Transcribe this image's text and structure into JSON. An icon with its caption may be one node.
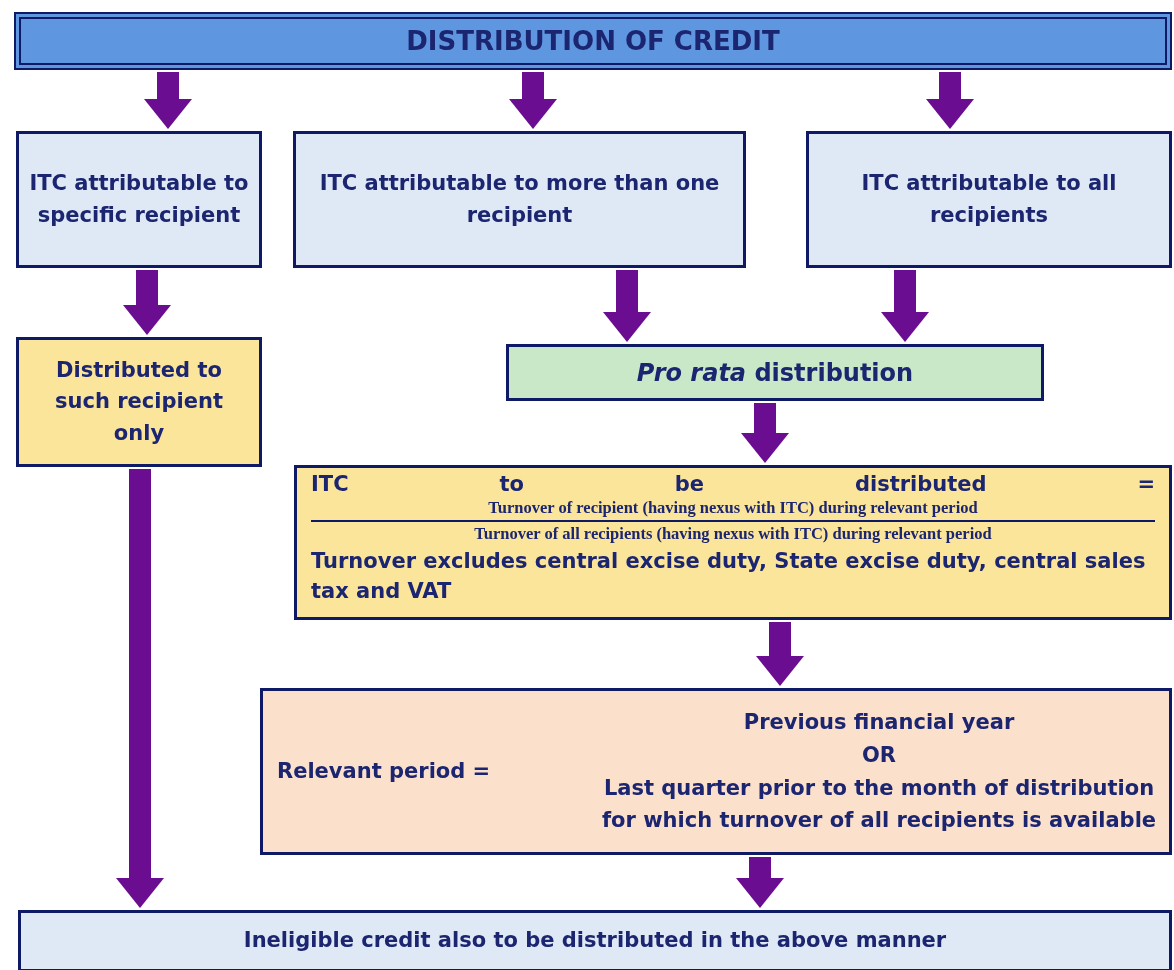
{
  "diagram": {
    "nodes": [
      {
        "text": [
          "DISTRIBUTION OF CREDIT"
        ]
      },
      {
        "text": [
          "ITC attributable to specific recipient"
        ]
      },
      {
        "text": [
          "ITC attributable to more than one recipient"
        ]
      },
      {
        "text": [
          "ITC attributable to all recipients"
        ]
      },
      {
        "text": [
          "Distributed to such recipient only"
        ]
      },
      {
        "text": [
          "*Pro rata* distribution"
        ]
      },
      {
        "text": [
          "ITC to be distributed =",
          "Turnover of recipient (having nexus with ITC) during relevant period",
          "Turnover of all recipients (having nexus with ITC) during relevant period",
          "Turnover excludes central excise duty, State excise duty, central sales tax and VAT"
        ]
      },
      {
        "text": [
          "Relevant period =",
          "Previous financial year",
          "OR",
          "Last quarter prior to the month of distribution for which turnover of all recipients is available"
        ]
      },
      {
        "text": [
          "Ineligible credit also to be distributed in the above manner"
        ]
      }
    ],
    "edges": [
      {
        "from": 0,
        "to": 1,
        "arrow": "to"
      },
      {
        "from": 0,
        "to": 2,
        "arrow": "to"
      },
      {
        "from": 0,
        "to": 3,
        "arrow": "to"
      },
      {
        "from": 1,
        "to": 4,
        "arrow": "to"
      },
      {
        "from": 2,
        "to": 5,
        "arrow": "to"
      },
      {
        "from": 3,
        "to": 5,
        "arrow": "to"
      },
      {
        "from": 5,
        "to": 6,
        "arrow": "to"
      },
      {
        "from": 6,
        "to": 7,
        "arrow": "to"
      },
      {
        "from": 7,
        "to": 8,
        "arrow": "to"
      },
      {
        "from": 4,
        "to": 8,
        "arrow": "to"
      }
    ]
  }
}
